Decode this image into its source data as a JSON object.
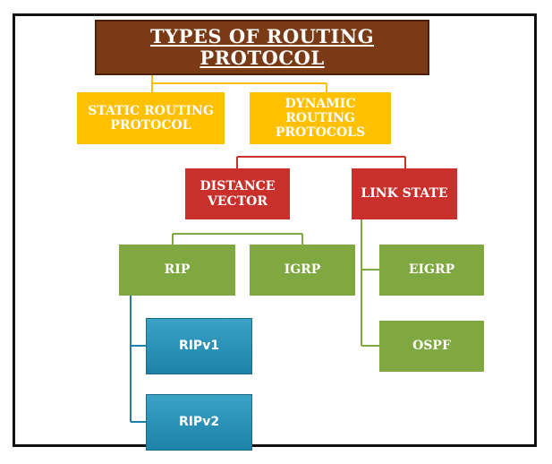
{
  "title": "TYPES OF ROUTING PROTOCOL",
  "nodes": {
    "static": [
      "STATIC ROUTING",
      "PROTOCOL"
    ],
    "dynamic": [
      "DYNAMIC",
      "ROUTING",
      "PROTOCOLS"
    ],
    "distance_vector": [
      "DISTANCE",
      "VECTOR"
    ],
    "link_state": "LINK STATE",
    "rip": "RIP",
    "igrp": "IGRP",
    "eigrp": "EIGRP",
    "ospf": "OSPF",
    "ripv1": "RIPv1",
    "ripv2": "RIPv2"
  },
  "colors": {
    "title": "#7b3a16",
    "protocol_class": "#ffc000",
    "algorithm": "#c9302c",
    "protocol": "#7fa841",
    "version": "#1d82a8"
  }
}
